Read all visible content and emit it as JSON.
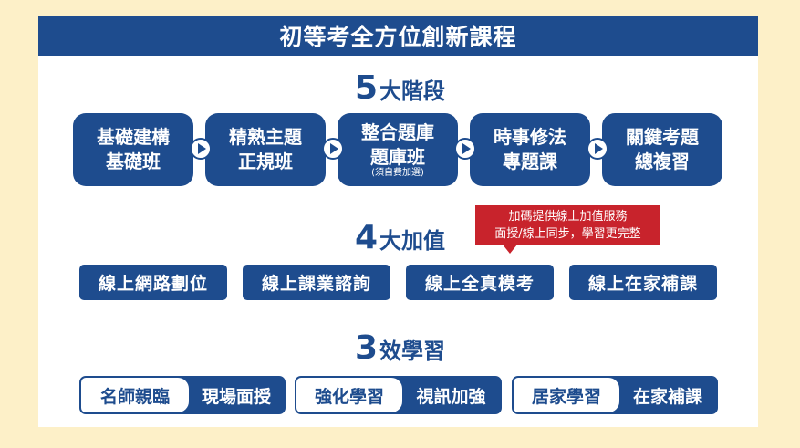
{
  "title": "初等考全方位創新課程",
  "section1": {
    "num": "5",
    "label": "大階段"
  },
  "stages": [
    {
      "line1": "基礎建構",
      "line2": "基礎班",
      "note": ""
    },
    {
      "line1": "精熟主題",
      "line2": "正規班",
      "note": ""
    },
    {
      "line1": "整合題庫",
      "line2": "題庫班",
      "note": "(須自費加選)"
    },
    {
      "line1": "時事修法",
      "line2": "專題課",
      "note": ""
    },
    {
      "line1": "關鍵考題",
      "line2": "總複習",
      "note": ""
    }
  ],
  "section2": {
    "num": "4",
    "label": "大加值"
  },
  "callout": {
    "line1": "加碼提供線上加值服務",
    "line2": "面授/線上同步，學習更完整"
  },
  "value_adds": [
    "線上網路劃位",
    "線上課業諮詢",
    "線上全真模考",
    "線上在家補課"
  ],
  "section3": {
    "num": "3",
    "label": "效學習"
  },
  "learning": [
    {
      "left": "名師親臨",
      "right": "現場面授"
    },
    {
      "left": "強化學習",
      "right": "視訊加強"
    },
    {
      "left": "居家學習",
      "right": "在家補課"
    }
  ],
  "colors": {
    "primary": "#1e4c8e",
    "accent": "#c8232c",
    "background": "#fdf0c8"
  }
}
